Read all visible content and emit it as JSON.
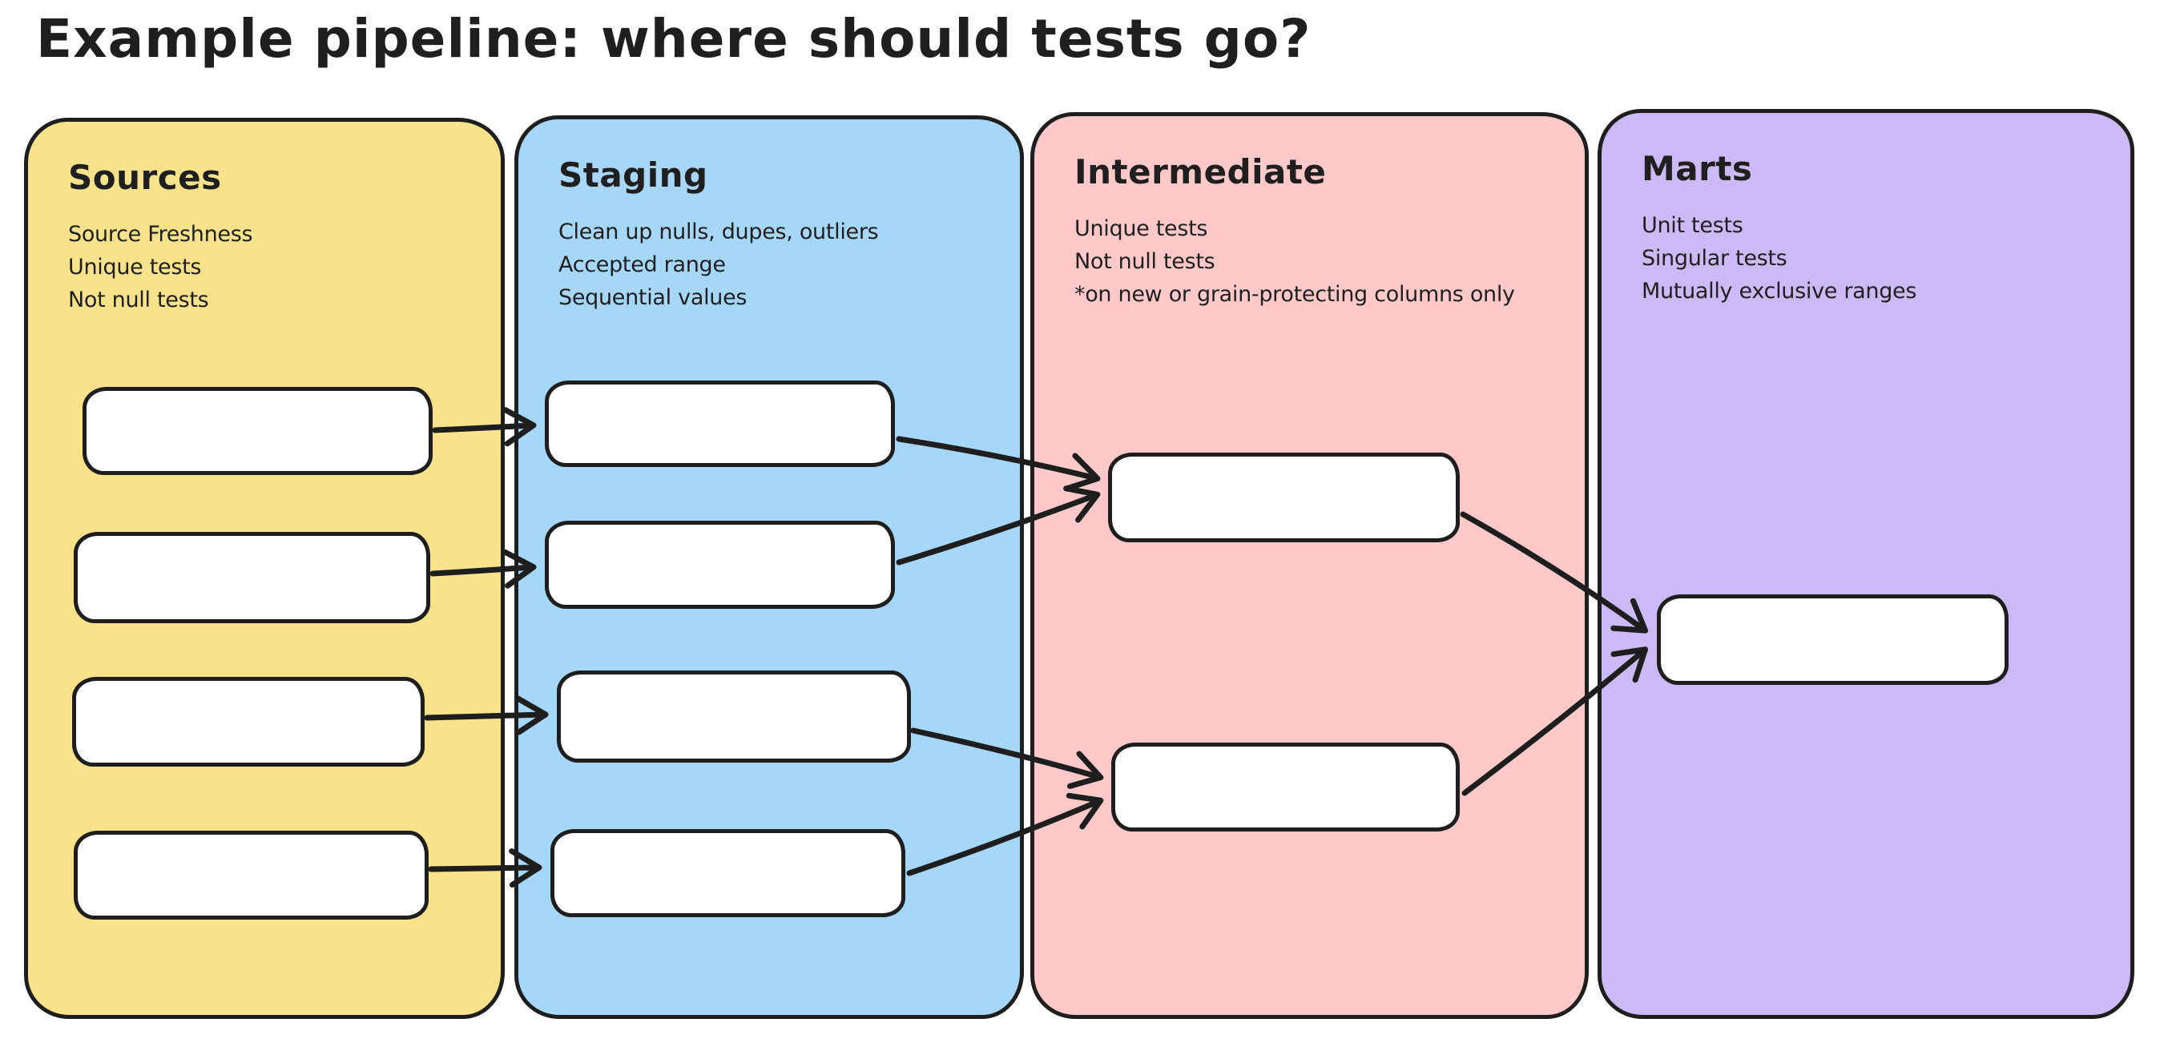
{
  "title": "Example pipeline: where should tests go?",
  "ink_color": "#1e1e1e",
  "node_fill": "#ffffff",
  "columns": [
    {
      "id": "sources",
      "label": "Sources",
      "color": "#F8E28B",
      "notes": [
        "Source Freshness",
        "Unique tests",
        "Not null tests"
      ],
      "node_count": 4
    },
    {
      "id": "staging",
      "label": "Staging",
      "color": "#A6D7F8",
      "notes": [
        "Clean up nulls, dupes, outliers",
        "Accepted range",
        "Sequential values"
      ],
      "node_count": 4
    },
    {
      "id": "intermediate",
      "label": "Intermediate",
      "color": "#FFC9C9",
      "notes": [
        "Unique tests",
        "Not null tests",
        "*on new or grain-protecting columns only"
      ],
      "node_count": 2
    },
    {
      "id": "marts",
      "label": "Marts",
      "color": "#CBBAF6",
      "notes": [
        "Unit tests",
        "Singular tests",
        "Mutually exclusive ranges"
      ],
      "node_count": 1
    }
  ],
  "edges": [
    {
      "from": "sources-1",
      "to": "staging-1"
    },
    {
      "from": "sources-2",
      "to": "staging-2"
    },
    {
      "from": "sources-3",
      "to": "staging-3"
    },
    {
      "from": "sources-4",
      "to": "staging-4"
    },
    {
      "from": "staging-1",
      "to": "intermediate-1"
    },
    {
      "from": "staging-2",
      "to": "intermediate-1"
    },
    {
      "from": "staging-3",
      "to": "intermediate-2"
    },
    {
      "from": "staging-4",
      "to": "intermediate-2"
    },
    {
      "from": "intermediate-1",
      "to": "marts-1"
    },
    {
      "from": "intermediate-2",
      "to": "marts-1"
    }
  ]
}
